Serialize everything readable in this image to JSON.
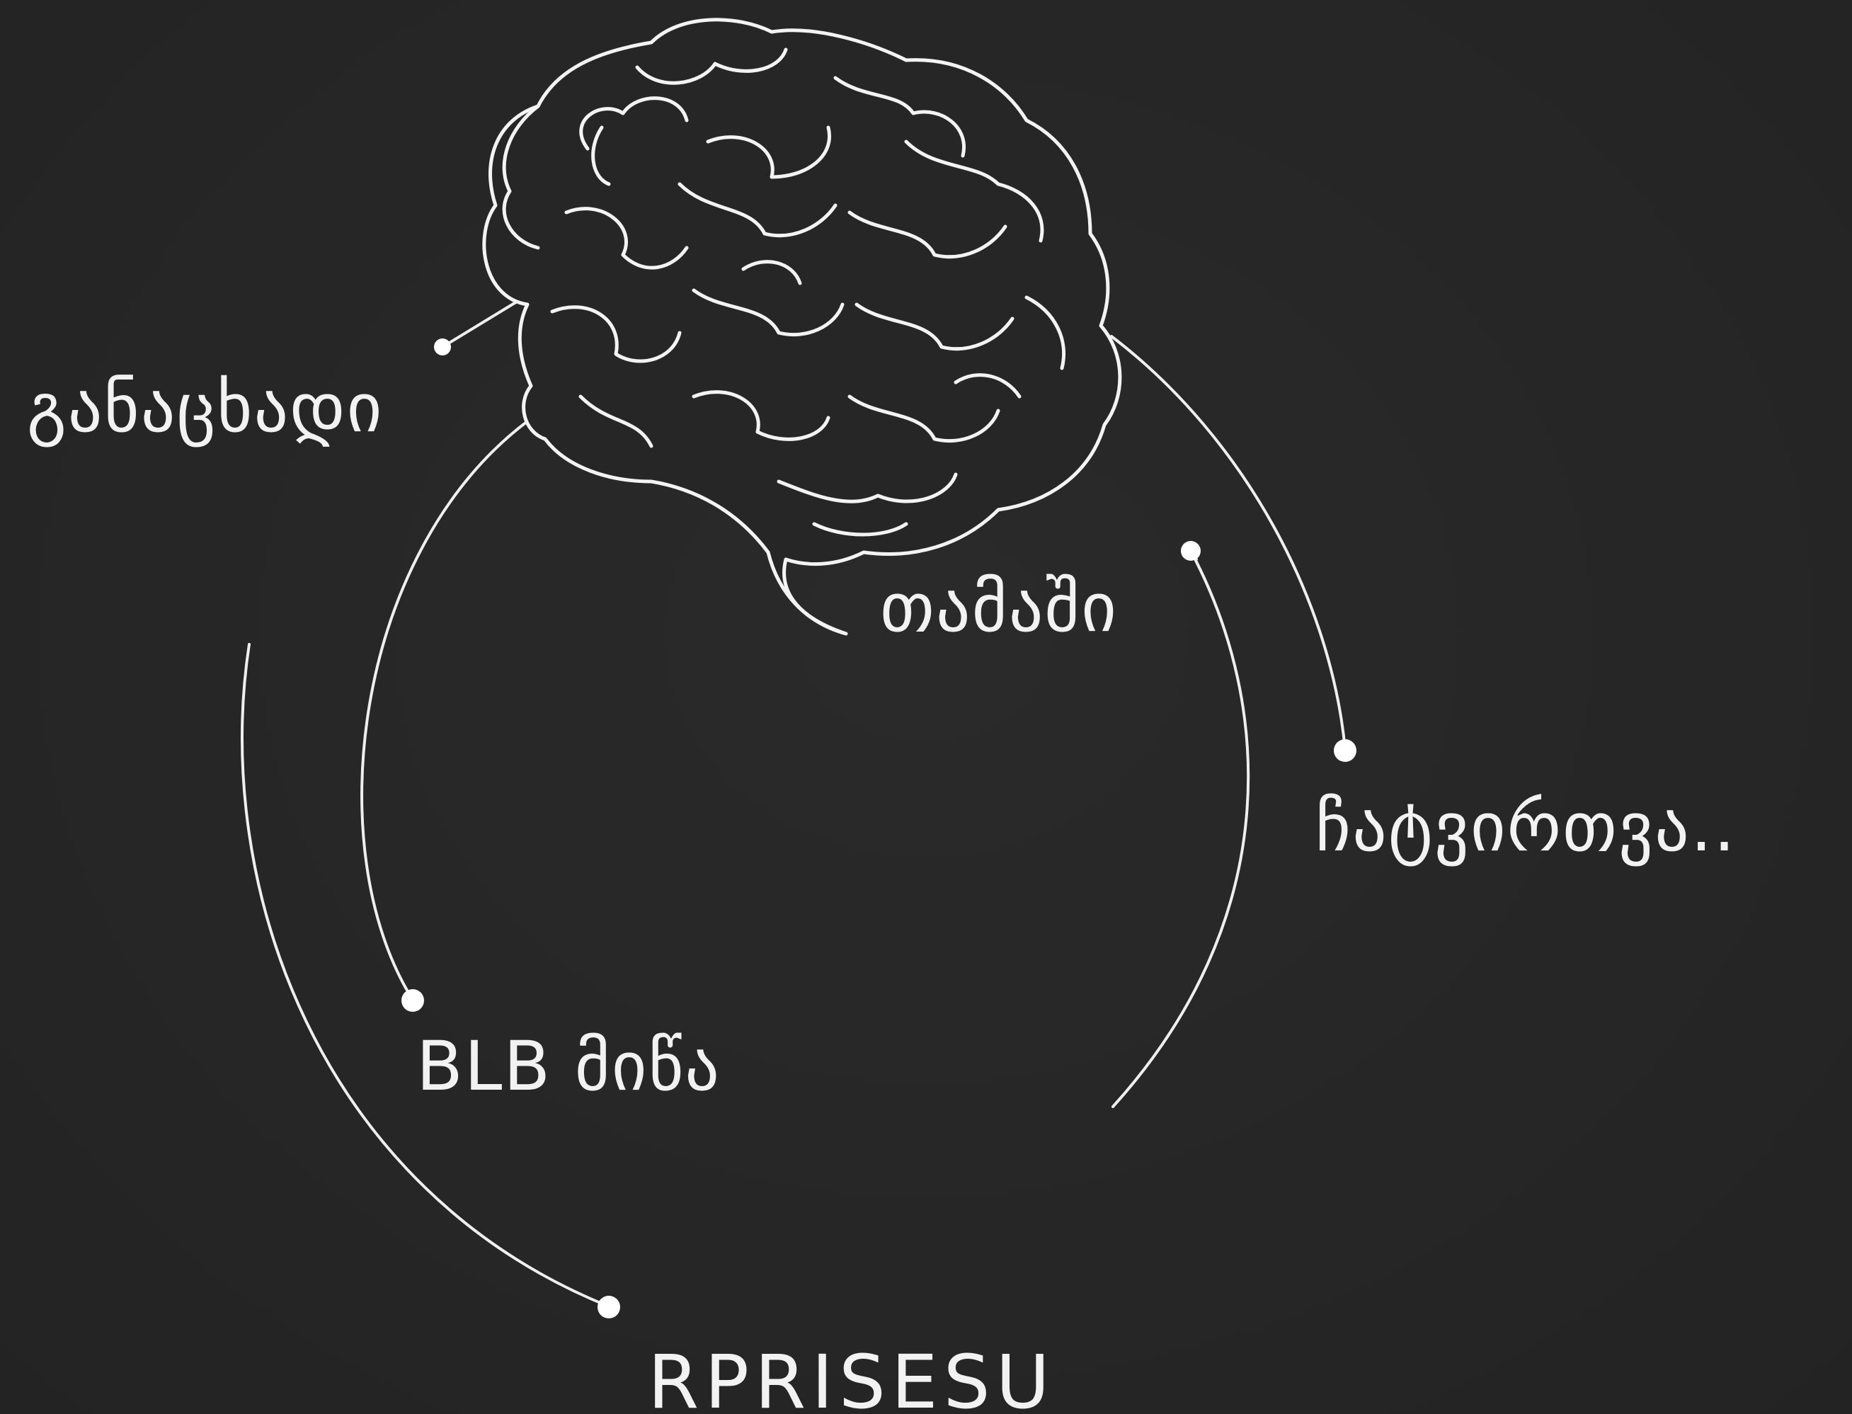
{
  "menu": {
    "announcement": "განაცხადი",
    "game": "თამაში",
    "loading": "ჩატვირთვა..",
    "world": "BLB მიწა",
    "bottom": "RPRISESU"
  },
  "colors": {
    "background": "#262626",
    "foreground": "#f2f2f2"
  },
  "icons": {
    "brain": "brain-icon",
    "dot": "dot-marker"
  }
}
